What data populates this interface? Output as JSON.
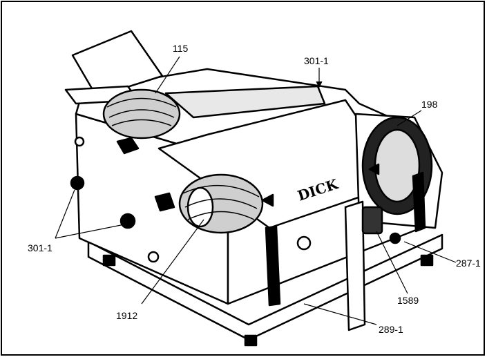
{
  "diagram": {
    "brand_text": "DICK",
    "labels": [
      {
        "id": "label-115",
        "text": "115"
      },
      {
        "id": "label-301-1-top",
        "text": "301-1"
      },
      {
        "id": "label-198",
        "text": "198"
      },
      {
        "id": "label-301-1-left",
        "text": "301-1"
      },
      {
        "id": "label-287-1",
        "text": "287-1"
      },
      {
        "id": "label-1912",
        "text": "1912"
      },
      {
        "id": "label-1589",
        "text": "1589"
      },
      {
        "id": "label-289-1",
        "text": "289-1"
      }
    ]
  }
}
